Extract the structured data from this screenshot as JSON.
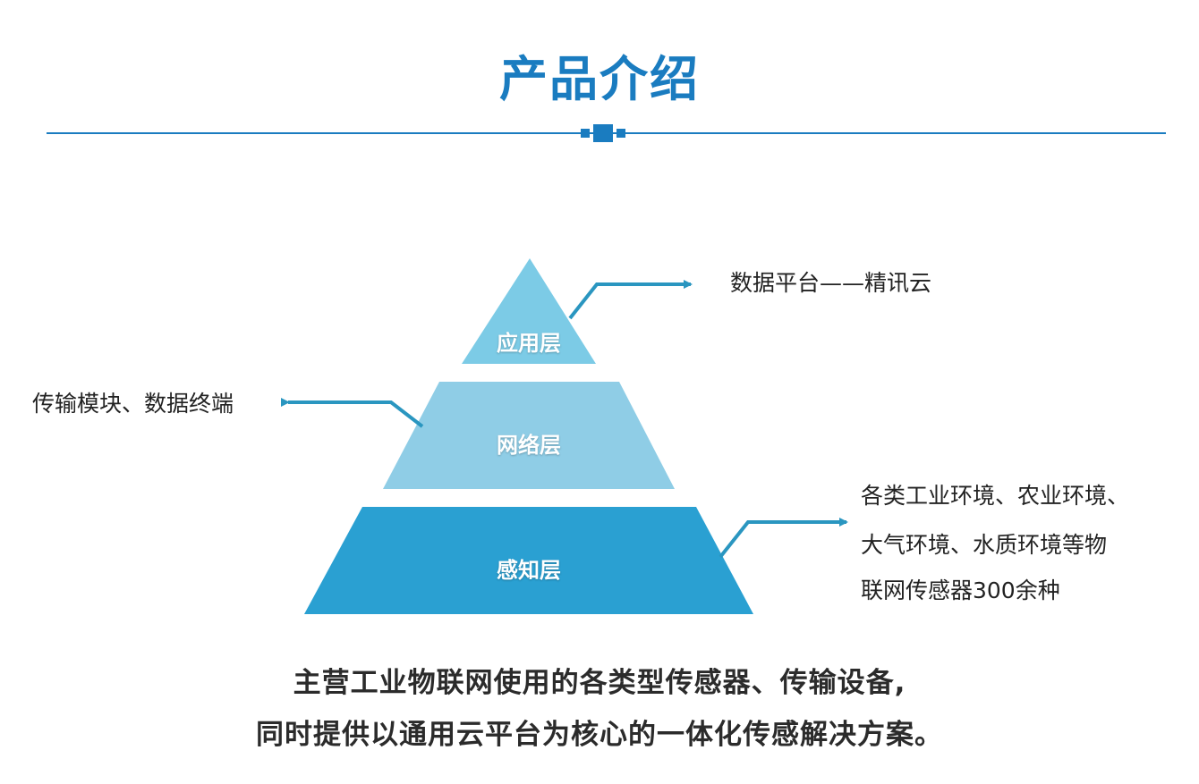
{
  "title": "产品介绍",
  "colors": {
    "title": "#1a7cc0",
    "rule": "#1a7cc0",
    "top_layer": "#7ccbe6",
    "middle_layer": "#8fcde6",
    "bottom_layer": "#2aa0d2",
    "arrow": "#2a96c0"
  },
  "pyramid": {
    "layers": [
      {
        "label": "应用层"
      },
      {
        "label": "网络层"
      },
      {
        "label": "感知层"
      }
    ]
  },
  "notes": {
    "application": "数据平台——精讯云",
    "network": "传输模块、数据终端",
    "perception": [
      "各类工业环境、农业环境、",
      "大气环境、水质环境等物",
      "联网传感器300余种"
    ]
  },
  "summary": [
    "主营工业物联网使用的各类型传感器、传输设备,",
    "同时提供以通用云平台为核心的一体化传感解决方案。"
  ]
}
